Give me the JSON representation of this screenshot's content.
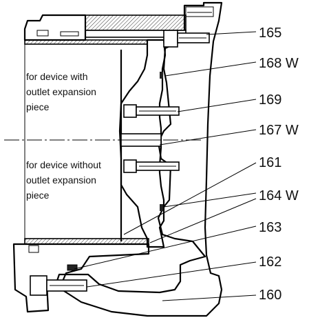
{
  "notes": {
    "with_expansion": [
      "for device with",
      "outlet expansion",
      "piece"
    ],
    "without_expansion": [
      "for device without",
      "outlet expansion",
      "piece"
    ]
  },
  "callouts": [
    {
      "id": "165",
      "label": "165"
    },
    {
      "id": "168w",
      "label": "168 W"
    },
    {
      "id": "169",
      "label": "169"
    },
    {
      "id": "167w",
      "label": "167 W"
    },
    {
      "id": "161",
      "label": "161"
    },
    {
      "id": "164w",
      "label": "164 W"
    },
    {
      "id": "163",
      "label": "163"
    },
    {
      "id": "162",
      "label": "162"
    },
    {
      "id": "160",
      "label": "160"
    }
  ],
  "colors": {
    "line": "#000000",
    "background": "#ffffff"
  }
}
